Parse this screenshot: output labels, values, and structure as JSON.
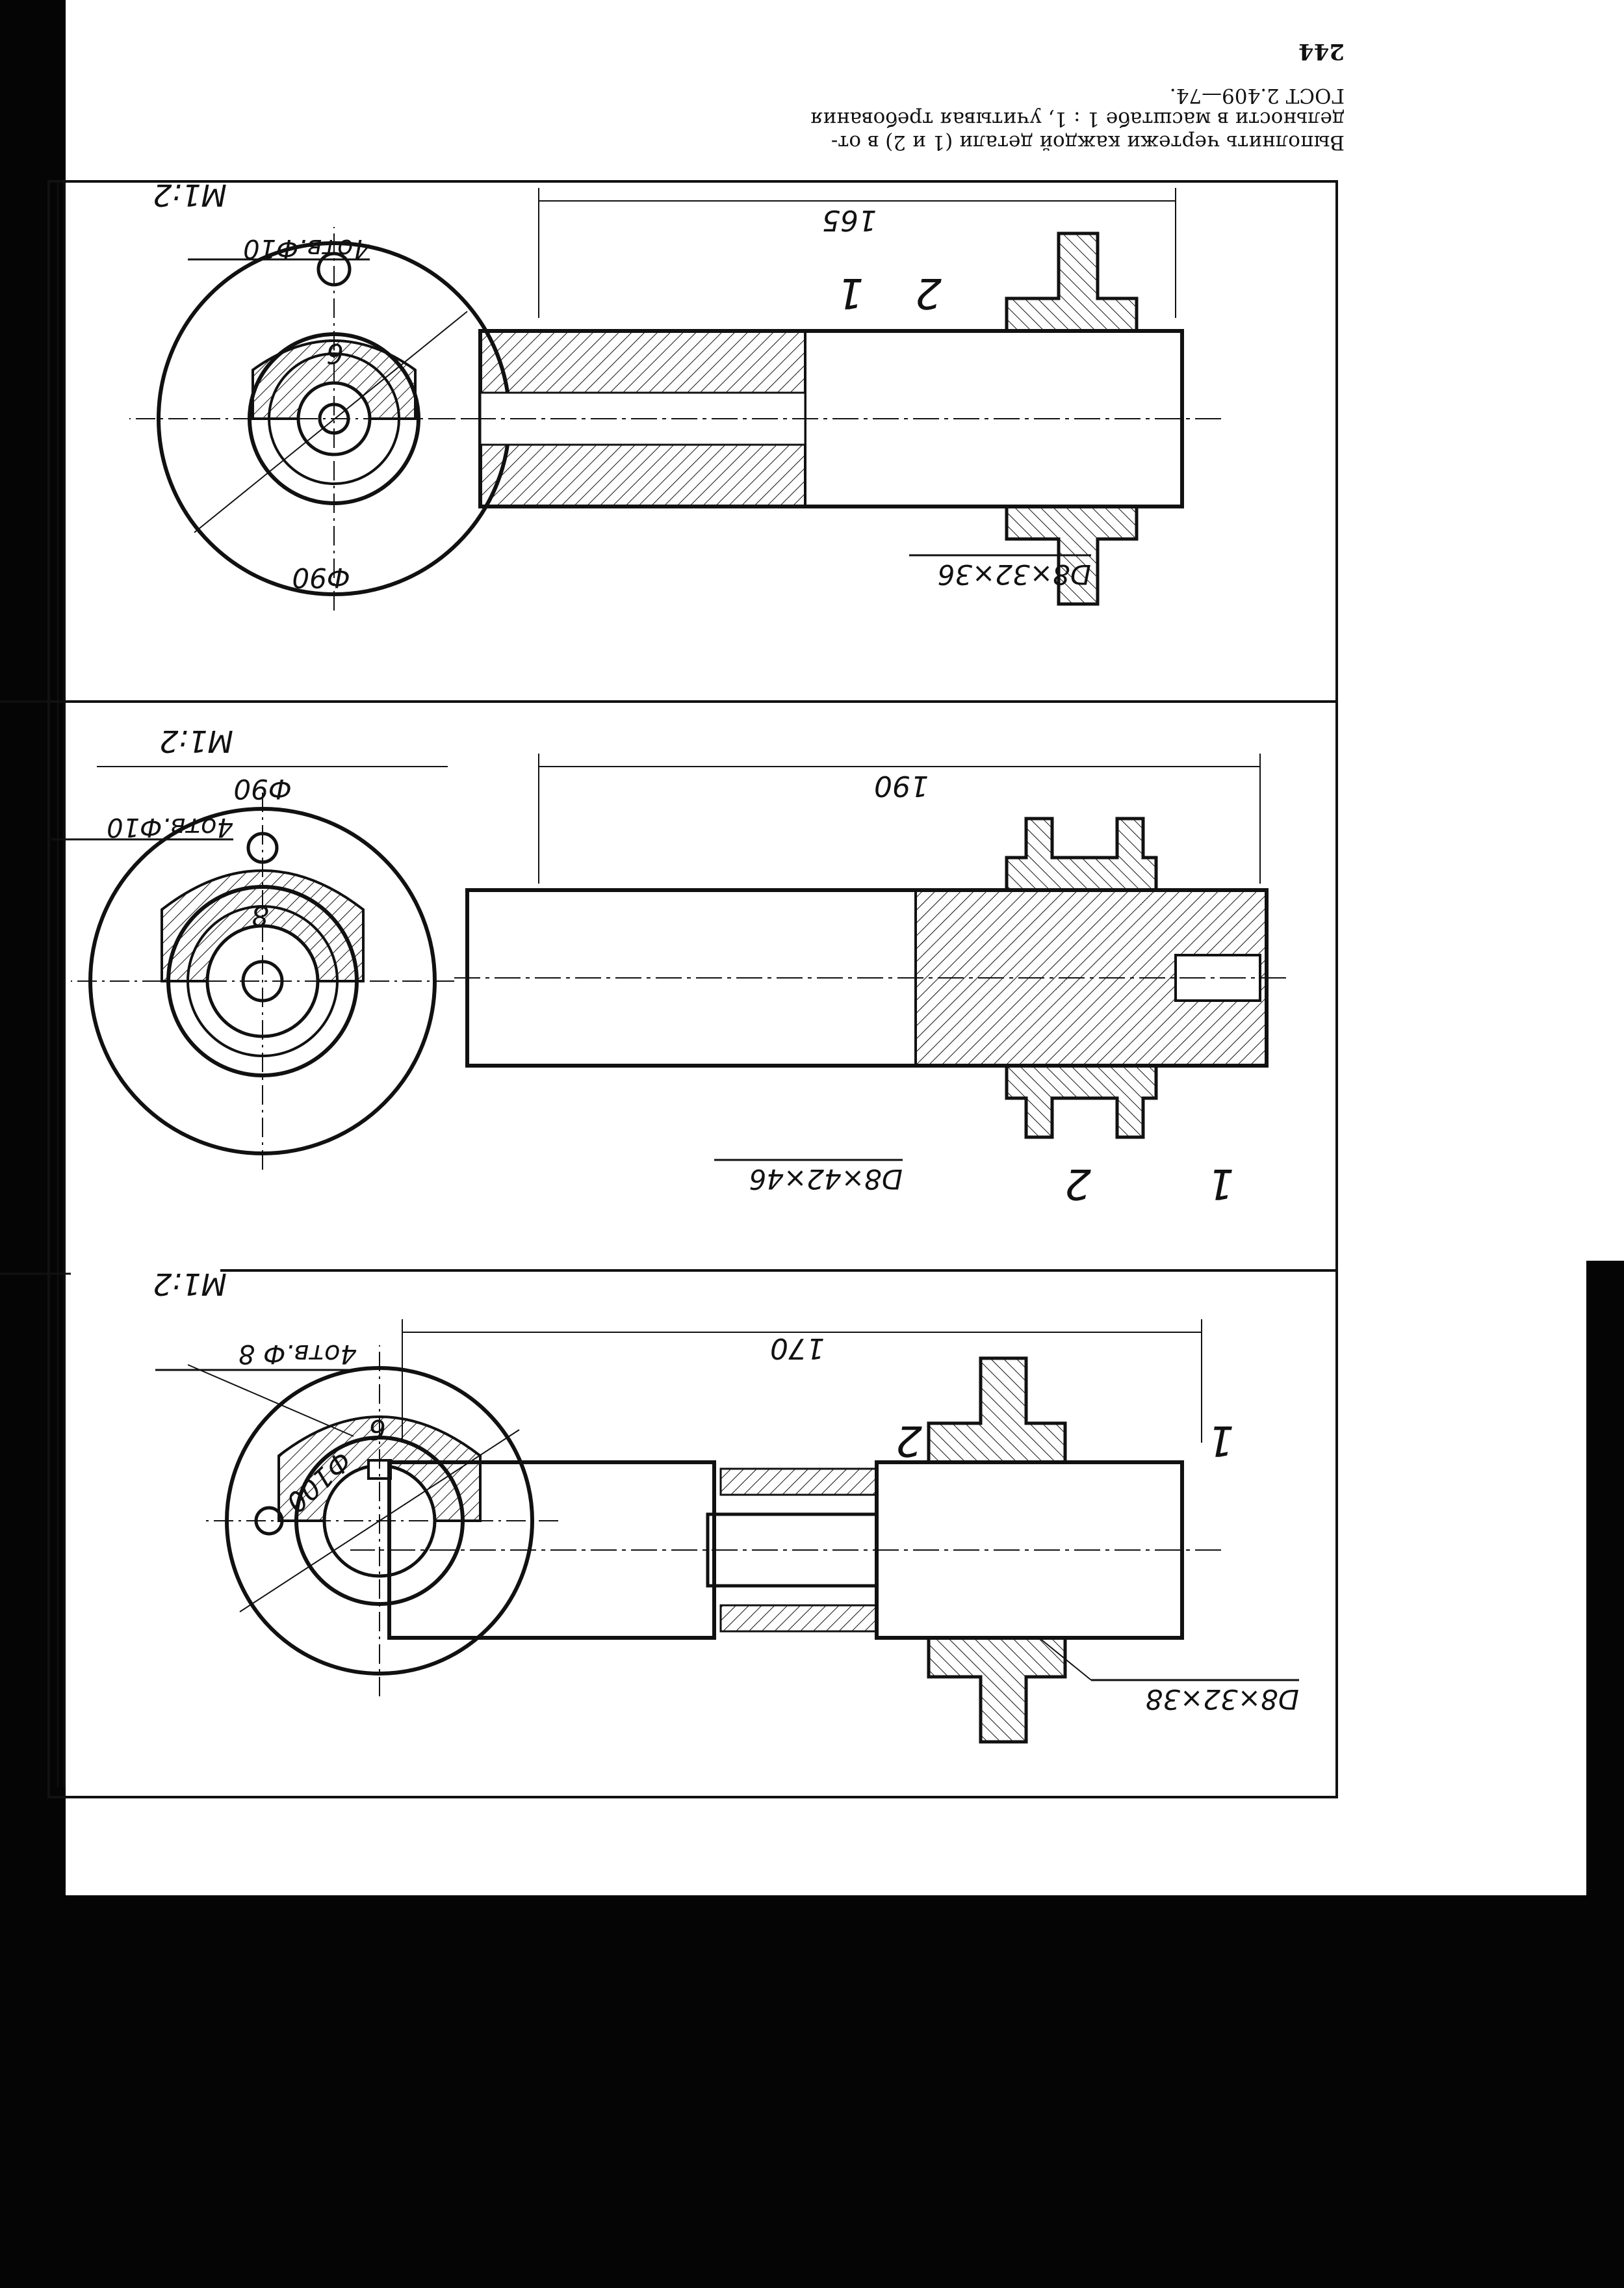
{
  "page_number": "244",
  "task_text": [
    "Выполнить чертежи каждой детали (1 и 2) в от-",
    "дельности в масштабе 1 : 1, учитывая требования",
    "ГОСТ 2.409—74."
  ],
  "figures": [
    {
      "scale": "М1:2",
      "length": "170",
      "spline": "D8×32×38",
      "holes": "4отв.Ф 8",
      "diameter": "Ф100",
      "width": "6",
      "part1": "1",
      "part2": "2"
    },
    {
      "scale": "М1:2",
      "length": "190",
      "spline": "D8×42×46",
      "holes": "4отв.Ф10",
      "diameter": "Ф90",
      "width": "8",
      "part1": "1",
      "part2": "2"
    },
    {
      "scale": "М1:2",
      "length": "165",
      "spline": "D8×32×36",
      "holes": "4отв.Ф10",
      "diameter": "Ф90",
      "width": "6",
      "part1": "1",
      "part2": "2"
    }
  ]
}
